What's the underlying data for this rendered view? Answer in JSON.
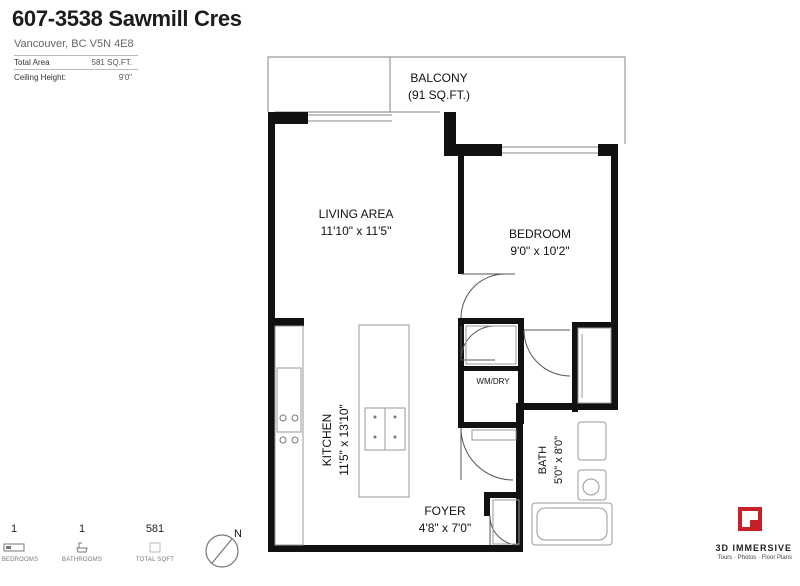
{
  "listing": {
    "title": "607-3538 Sawmill Cres",
    "address": "Vancouver, BC V5N 4E8",
    "specs": [
      {
        "label": "Total Area",
        "value": "581 SQ.FT."
      },
      {
        "label": "Ceiling Height:",
        "value": "9'0\""
      }
    ]
  },
  "rooms": {
    "balcony": {
      "name": "BALCONY",
      "size": "(91 SQ.FT.)"
    },
    "living_area": {
      "name": "LIVING AREA",
      "size": "11'10\" x 11'5\""
    },
    "bedroom": {
      "name": "BEDROOM",
      "size": "9'0\" x 10'2\""
    },
    "kitchen": {
      "name": "KITCHEN",
      "size": "11'5\" x 13'10\""
    },
    "bath": {
      "name": "BATH",
      "size": "5'0\" x 8'0\""
    },
    "foyer": {
      "name": "FOYER",
      "size": "4'8\" x 7'0\""
    },
    "laundry": {
      "name": "WM/DRY"
    }
  },
  "stats": [
    {
      "value": "1",
      "caption": "BEDROOMS",
      "icon": "bed-icon"
    },
    {
      "value": "1",
      "caption": "BATHROOMS",
      "icon": "bath-icon"
    },
    {
      "value": "581",
      "caption": "TOTAL SQFT",
      "icon": "area-icon"
    }
  ],
  "compass": {
    "label": "N",
    "icon": "compass-icon"
  },
  "brand": {
    "name": "3D IMMERSIVE",
    "tagline": "Tours · Photos · Floor Plans",
    "logo_color": "#c8202b"
  },
  "colors": {
    "wall": "#111111",
    "text": "#1c1c1c",
    "muted": "#777777"
  }
}
